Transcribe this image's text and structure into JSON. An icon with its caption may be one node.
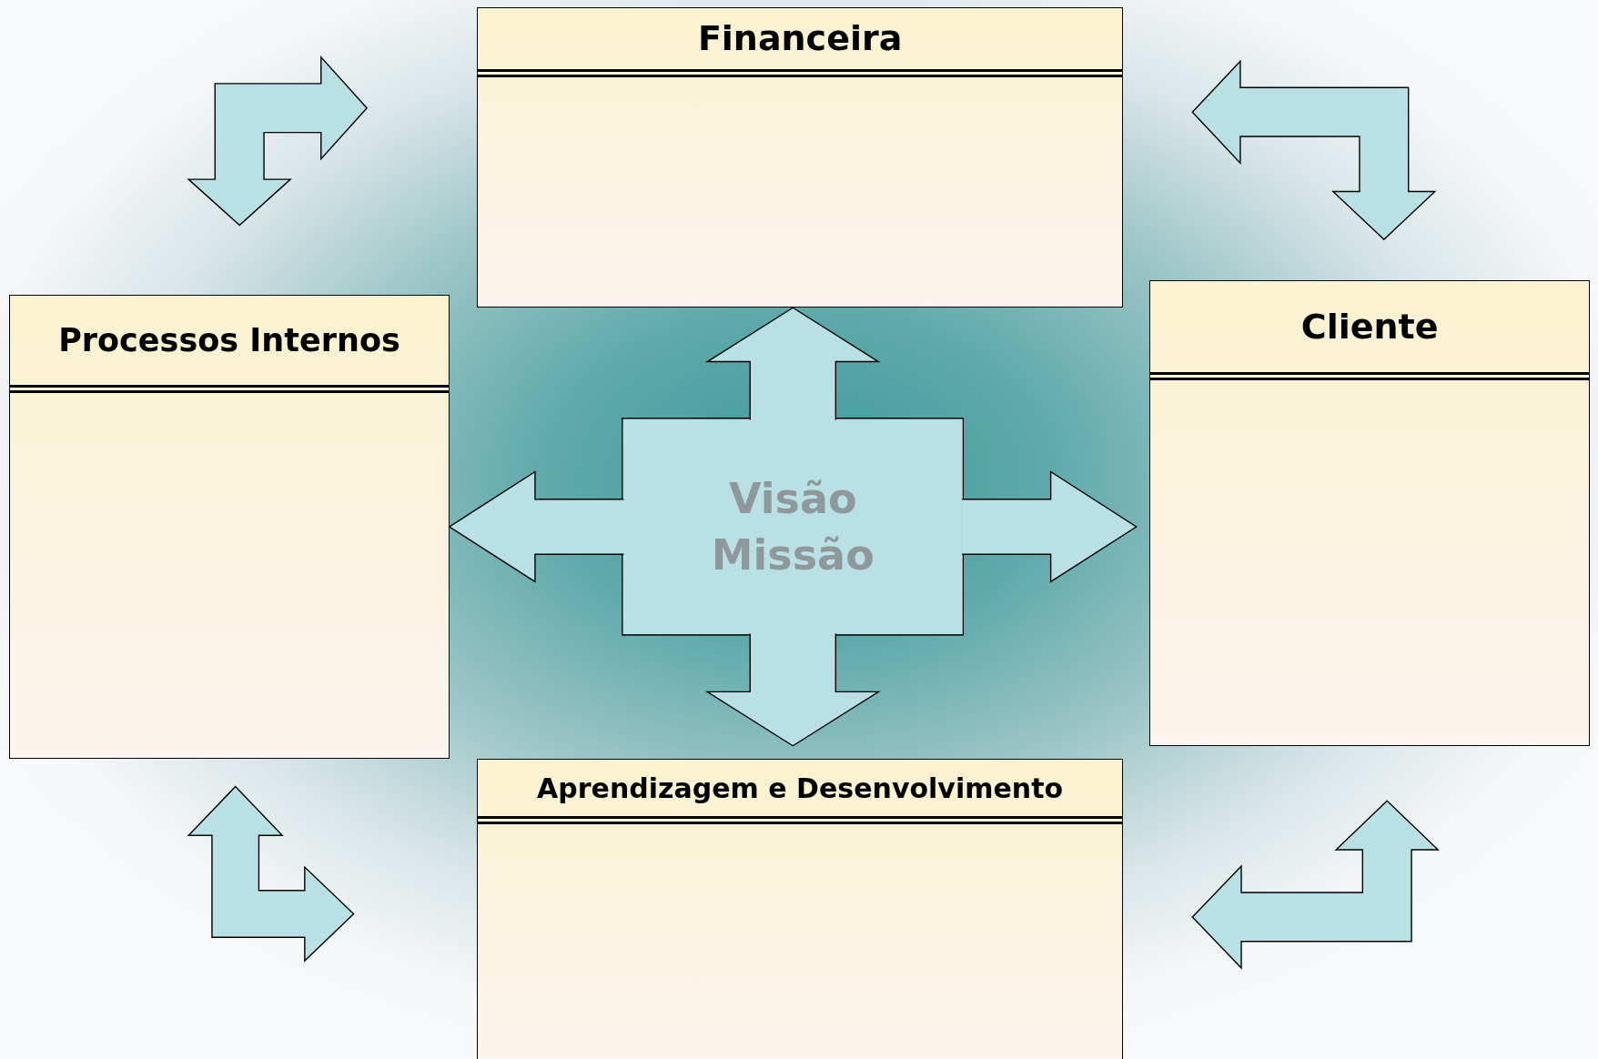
{
  "diagram": {
    "nodes": [
      {
        "text": [
          "Financeira"
        ]
      },
      {
        "text": [
          "Processos Internos"
        ]
      },
      {
        "text": [
          "Cliente"
        ]
      },
      {
        "text": [
          "Visão Missão"
        ]
      },
      {
        "text": [
          "Aprendizagem e Desenvolvimento"
        ]
      }
    ],
    "edges": [
      {
        "from": 3,
        "to": 0,
        "arrow": "to"
      },
      {
        "from": 3,
        "to": 1,
        "arrow": "to"
      },
      {
        "from": 3,
        "to": 2,
        "arrow": "to"
      },
      {
        "from": 3,
        "to": 4,
        "arrow": "to"
      },
      {
        "from": 1,
        "to": 0,
        "arrow": "both"
      },
      {
        "from": 0,
        "to": 2,
        "arrow": "both"
      },
      {
        "from": 2,
        "to": 4,
        "arrow": "both"
      },
      {
        "from": 1,
        "to": 4,
        "arrow": "both"
      }
    ]
  }
}
